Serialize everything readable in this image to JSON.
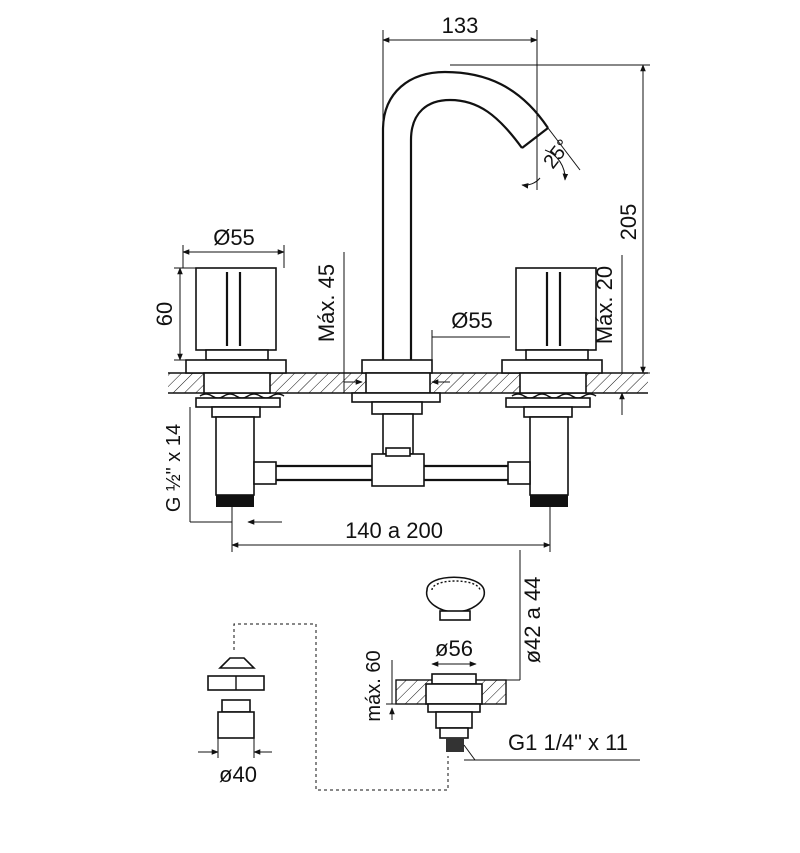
{
  "dimensions": {
    "spout_reach": "133",
    "total_height": "205",
    "swivel_angle": "25°",
    "handle_diameter": "Ø55",
    "handle_height": "60",
    "max_deck_left": "Máx. 45",
    "spout_base_diameter": "Ø55",
    "max_deck_right": "Máx. 20",
    "connection_thread": "G ½\" x 14",
    "center_distance": "140 a 200",
    "drain_knob_range": "ø42 a 44",
    "drain_max_thickness": "máx. 60",
    "drain_hole_diameter": "ø56",
    "drain_thread": "G1 1/4\" x 11",
    "rod_diameter": "ø40"
  },
  "colors": {
    "line": "#111111",
    "background": "#ffffff"
  }
}
